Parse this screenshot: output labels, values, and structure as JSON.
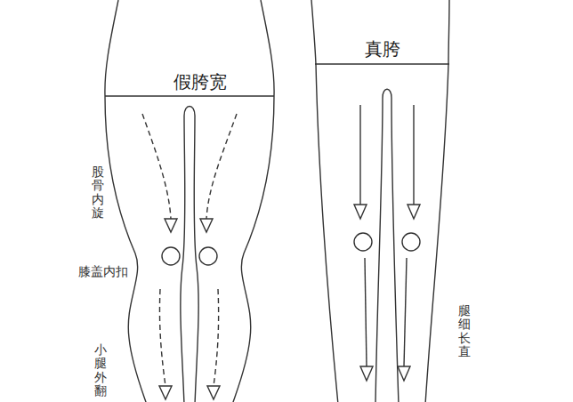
{
  "diagram": {
    "nodes": [
      {
        "text": [
          "假胯宽"
        ]
      },
      {
        "text": [
          "真胯"
        ]
      }
    ],
    "labels": [
      "股骨内旋",
      "膝盖内扣",
      "小腿外翻",
      "腿细长直"
    ]
  }
}
